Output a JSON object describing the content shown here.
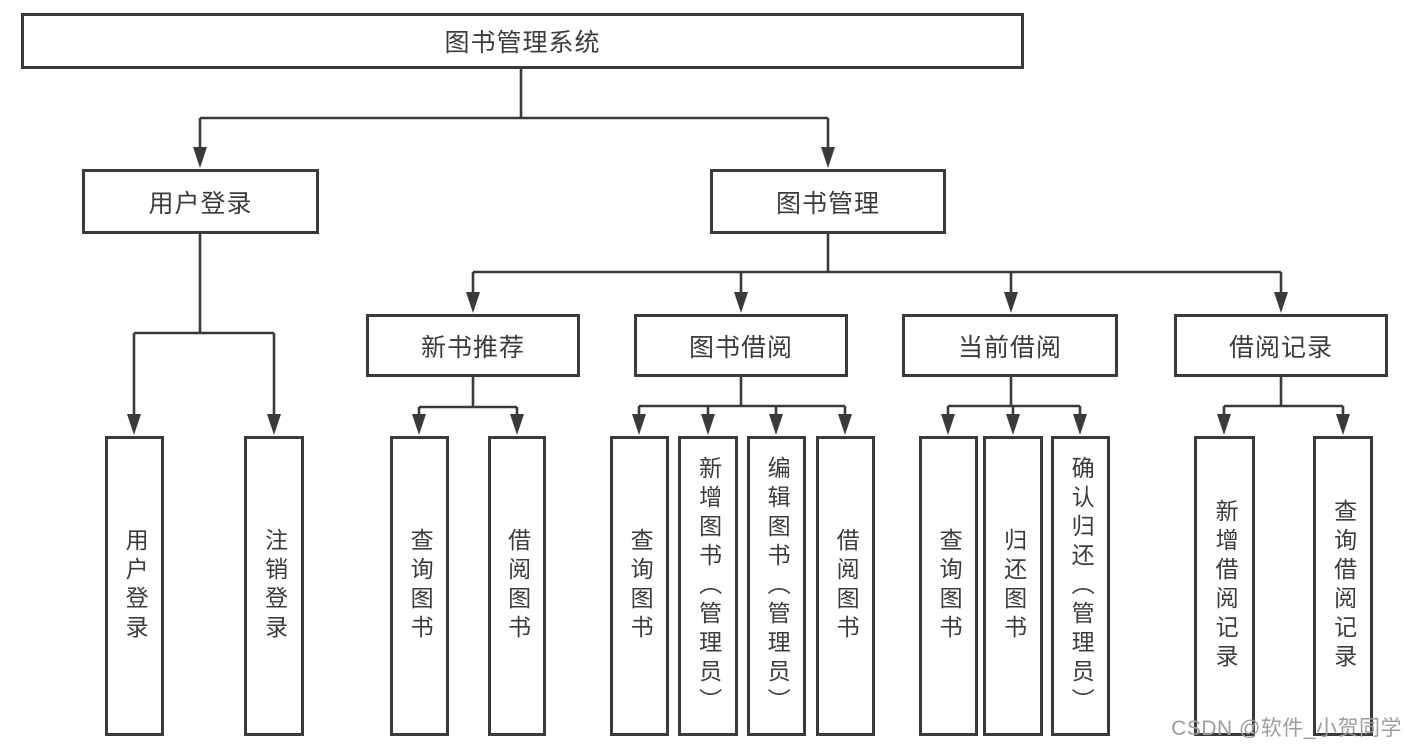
{
  "tree": {
    "label": "图书管理系统",
    "children": [
      {
        "label": "用户登录",
        "children": [
          {
            "label": "用户登录"
          },
          {
            "label": "注销登录"
          }
        ]
      },
      {
        "label": "图书管理",
        "children": [
          {
            "label": "新书推荐",
            "children": [
              {
                "label": "查询图书"
              },
              {
                "label": "借阅图书"
              }
            ]
          },
          {
            "label": "图书借阅",
            "children": [
              {
                "label": "查询图书"
              },
              {
                "label": "新增图书（管理员）"
              },
              {
                "label": "编辑图书（管理员）"
              },
              {
                "label": "借阅图书"
              }
            ]
          },
          {
            "label": "当前借阅",
            "children": [
              {
                "label": "查询图书"
              },
              {
                "label": "归还图书"
              },
              {
                "label": "确认归还（管理员）"
              }
            ]
          },
          {
            "label": "借阅记录",
            "children": [
              {
                "label": "新增借阅记录"
              },
              {
                "label": "查询借阅记录"
              }
            ]
          }
        ]
      }
    ]
  },
  "watermark": "CSDN @软件_小贺同学",
  "colors": {
    "line": "#3a3a3a",
    "border": "#3a3a3a",
    "text": "#3c3c3c",
    "watermark": "#9d9d9d",
    "background": "#ffffff"
  }
}
